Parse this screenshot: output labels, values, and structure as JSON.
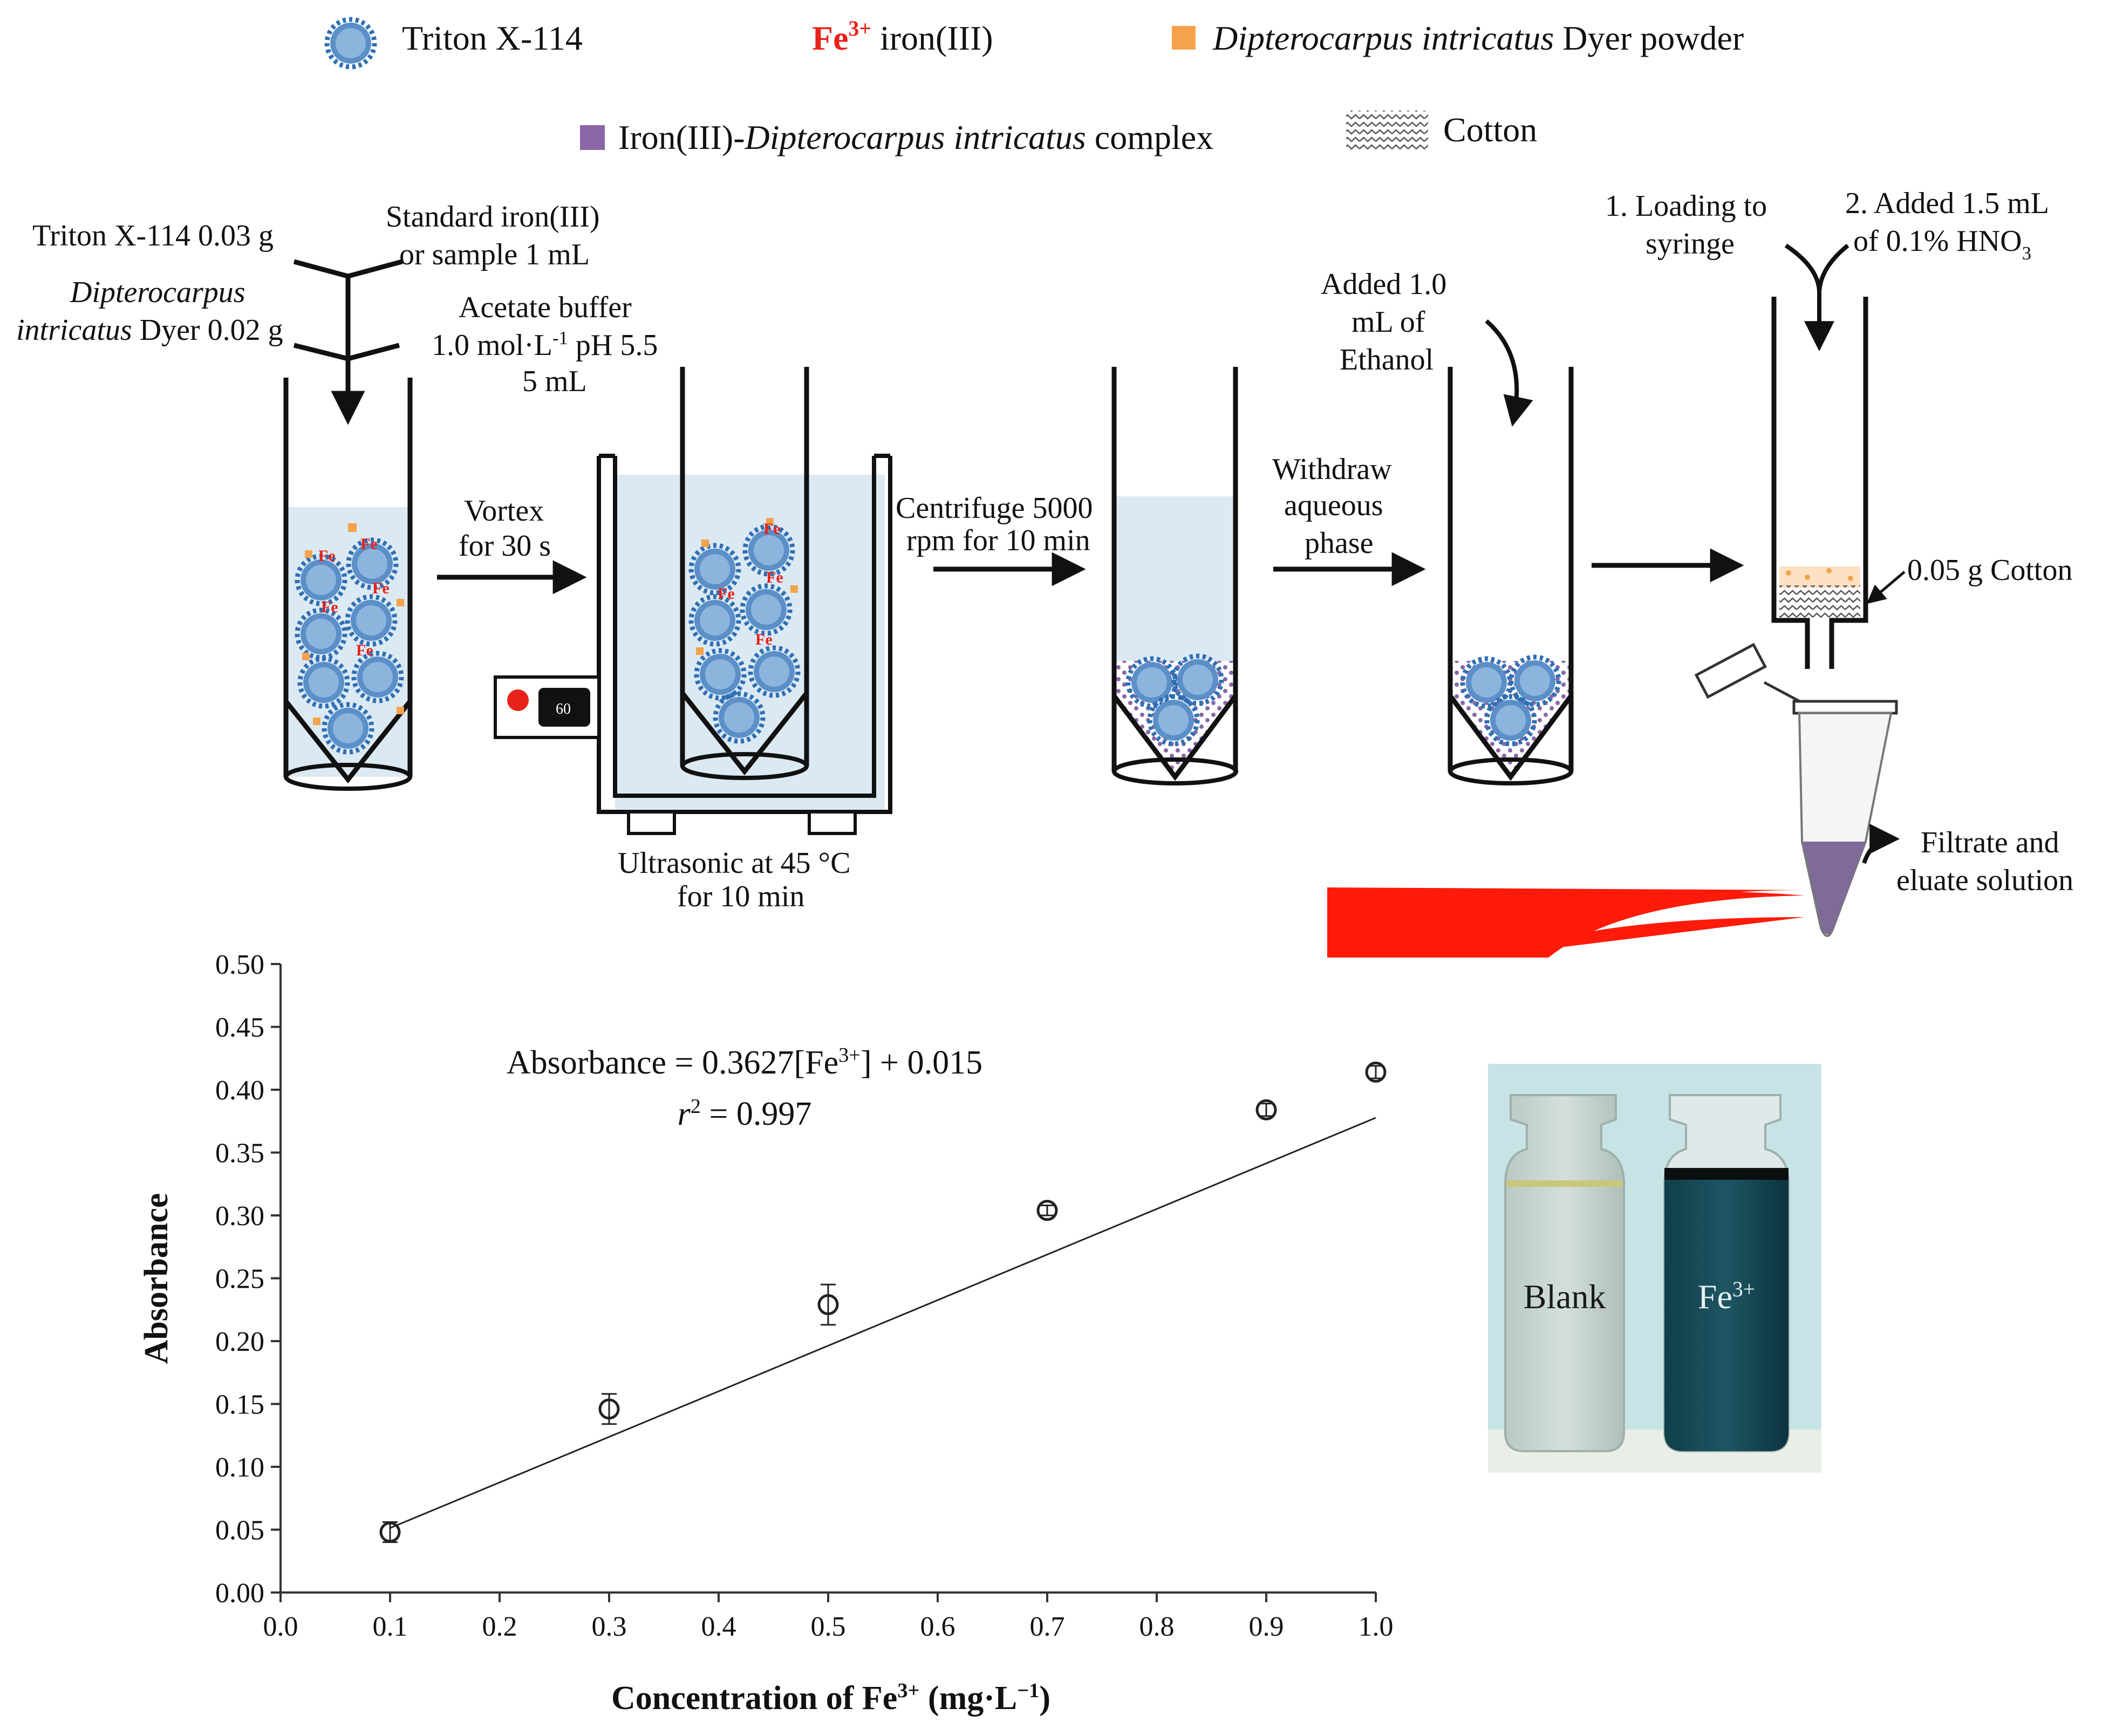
{
  "legend": {
    "triton": "Triton X-114",
    "fe_symbol": "Fe",
    "fe_charge": "3+",
    "fe_name": " iron(III)",
    "powder_italic": "Dipterocarpus intricatus",
    "powder_rest": " Dyer powder",
    "complex_pre": "Iron(III)-",
    "complex_italic": "Dipterocarpus intricatus",
    "complex_post": " complex",
    "cotton": "Cotton"
  },
  "colors": {
    "micelle": "#2f6fb3",
    "iron_red": "#e8221b",
    "powder_orange": "#f4a24c",
    "complex_purple": "#8a67a8",
    "bath_blue": "#dbe9f3",
    "big_arrow_red": "#ff1a0a"
  },
  "steps": {
    "triton_amount": "Triton X-114 0.03 g",
    "standard_line1": "Standard iron(III)",
    "standard_line2": "or sample 1 mL",
    "dyer_italic1": "Dipterocarpus",
    "dyer_italic2": "intricatus",
    "dyer_rest": " Dyer 0.02 g",
    "buffer_line1": "Acetate buffer",
    "buffer_line2_pre": "1.0 mol·L",
    "buffer_line2_sup": "-1",
    "buffer_line2_post": " pH 5.5",
    "buffer_line3": "5 mL",
    "vortex_line1": "Vortex",
    "vortex_line2": "for 30 s",
    "timer": "60",
    "ultrasonic_line1": "Ultrasonic at 45 °C",
    "ultrasonic_line2": "for 10 min",
    "centrifuge_line1": "Centrifuge 5000",
    "centrifuge_line2": "rpm for 10 min",
    "withdraw_line1": "Withdraw",
    "withdraw_line2": "aqueous",
    "withdraw_line3": "phase",
    "ethanol_line1": "Added 1.0",
    "ethanol_line2": "mL of",
    "ethanol_line3": "Ethanol",
    "loading_line1": "1. Loading to",
    "loading_line2": "syringe",
    "hno3_line1": "2. Added 1.5 mL",
    "hno3_line2_pre": "of 0.1% HNO",
    "hno3_line2_sub": "3",
    "cotton_amount": "0.05 g Cotton",
    "filtrate_line1": "Filtrate and",
    "filtrate_line2": "eluate solution",
    "fe_micelle_label": "Fe"
  },
  "chart_data": {
    "type": "scatter",
    "x": [
      0.1,
      0.3,
      0.5,
      0.7,
      0.9,
      1.0
    ],
    "y": [
      0.048,
      0.146,
      0.229,
      0.304,
      0.384,
      0.414
    ],
    "yerr": [
      0.008,
      0.012,
      0.016,
      0.004,
      0.005,
      0.005
    ],
    "fit": {
      "slope": 0.3627,
      "intercept": 0.015,
      "x_range": [
        0.1,
        1.0
      ]
    },
    "xlim": [
      0.0,
      1.0
    ],
    "ylim": [
      0.0,
      0.5
    ],
    "xticks": [
      "0.0",
      "0.1",
      "0.2",
      "0.3",
      "0.4",
      "0.5",
      "0.6",
      "0.7",
      "0.8",
      "0.9",
      "1.0"
    ],
    "yticks": [
      "0.00",
      "0.05",
      "0.10",
      "0.15",
      "0.20",
      "0.25",
      "0.30",
      "0.35",
      "0.40",
      "0.45",
      "0.50"
    ],
    "xlabel_pre": "Concentration of Fe",
    "xlabel_sup": "3+",
    "xlabel_post": " (mg·L",
    "xlabel_sup2": "−1",
    "xlabel_end": ")",
    "ylabel": "Absorbance",
    "equation_pre": "Absorbance = 0.3627[Fe",
    "equation_sup": "3+",
    "equation_post": "] + 0.015",
    "r2_var": "r",
    "r2_sup": "2",
    "r2_rest": " = 0.997",
    "grid": false
  },
  "photo": {
    "blank_label": "Blank",
    "fe_label": "Fe",
    "fe_label_sup": "3+"
  }
}
